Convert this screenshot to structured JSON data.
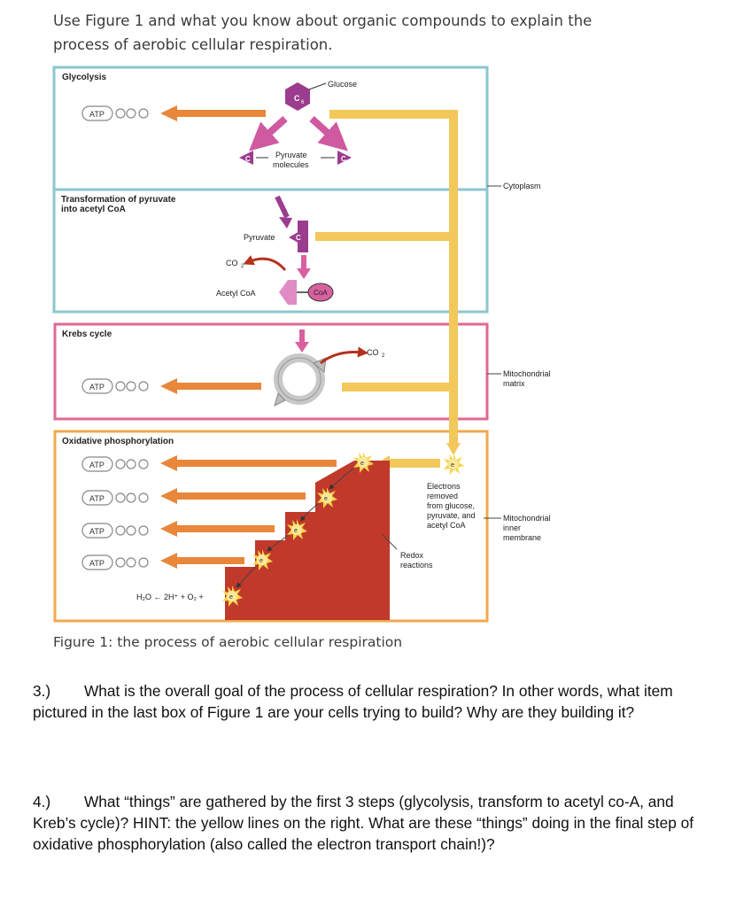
{
  "intro": {
    "line1": "Use Figure 1 and what you know about organic compounds to explain the",
    "line2": "process of aerobic cellular respiration."
  },
  "figure": {
    "sections": {
      "glycolysis": "Glycolysis",
      "transformation_line1": "Transformation of pyruvate",
      "transformation_line2": "into acetyl CoA",
      "krebs": "Krebs cycle",
      "oxphos": "Oxidative phosphorylation"
    },
    "labels": {
      "glucose": "Glucose",
      "c6": "C",
      "c6_sub": "6",
      "c3": "C",
      "c3_sub": "3",
      "pyruvate_molecules_1": "Pyruvate",
      "pyruvate_molecules_2": "molecules",
      "pyruvate": "Pyruvate",
      "co2": "CO",
      "co2_sub": "2",
      "acetyl_coa": "Acetyl CoA",
      "coa": "CoA",
      "atp": "ATP",
      "electron": "e",
      "electron_sup": "−",
      "water_eq": "H₂O ← 2H⁺ + O₂ +",
      "electrons_removed": [
        "Electrons",
        "removed",
        "from glucose,",
        "pyruvate, and",
        "acetyl CoA"
      ],
      "redox": [
        "Redox",
        "reactions"
      ],
      "cytoplasm": "Cytoplasm",
      "mito_matrix": [
        "Mitochondrial",
        "matrix"
      ],
      "mito_membrane": [
        "Mitochondrial",
        "inner",
        "membrane"
      ]
    },
    "colors": {
      "teal_box": "#8cc6cf",
      "pink_box": "#e06a8f",
      "orange_box": "#f0a94d",
      "orange_arrow": "#e8873a",
      "yellow_line": "#f2c85b",
      "purple": "#9b3c8f",
      "staircase": "#c0392b",
      "pink_arrow": "#d9609e"
    }
  },
  "caption": "Figure 1: the process of aerobic cellular respiration",
  "questions": {
    "q3_num": "3.)",
    "q3_text": "What is the overall goal of the process of cellular respiration? In other words, what item pictured in the last box of Figure 1 are your cells trying to build? Why are they building it?",
    "q4_num": "4.)",
    "q4_text": "What “things” are gathered by the first 3 steps (glycolysis, transform to acetyl co-A, and Kreb’s cycle)? HINT: the yellow lines on the right. What are these “things” doing in the final step of oxidative phosphorylation (also called the electron transport chain!)?"
  }
}
